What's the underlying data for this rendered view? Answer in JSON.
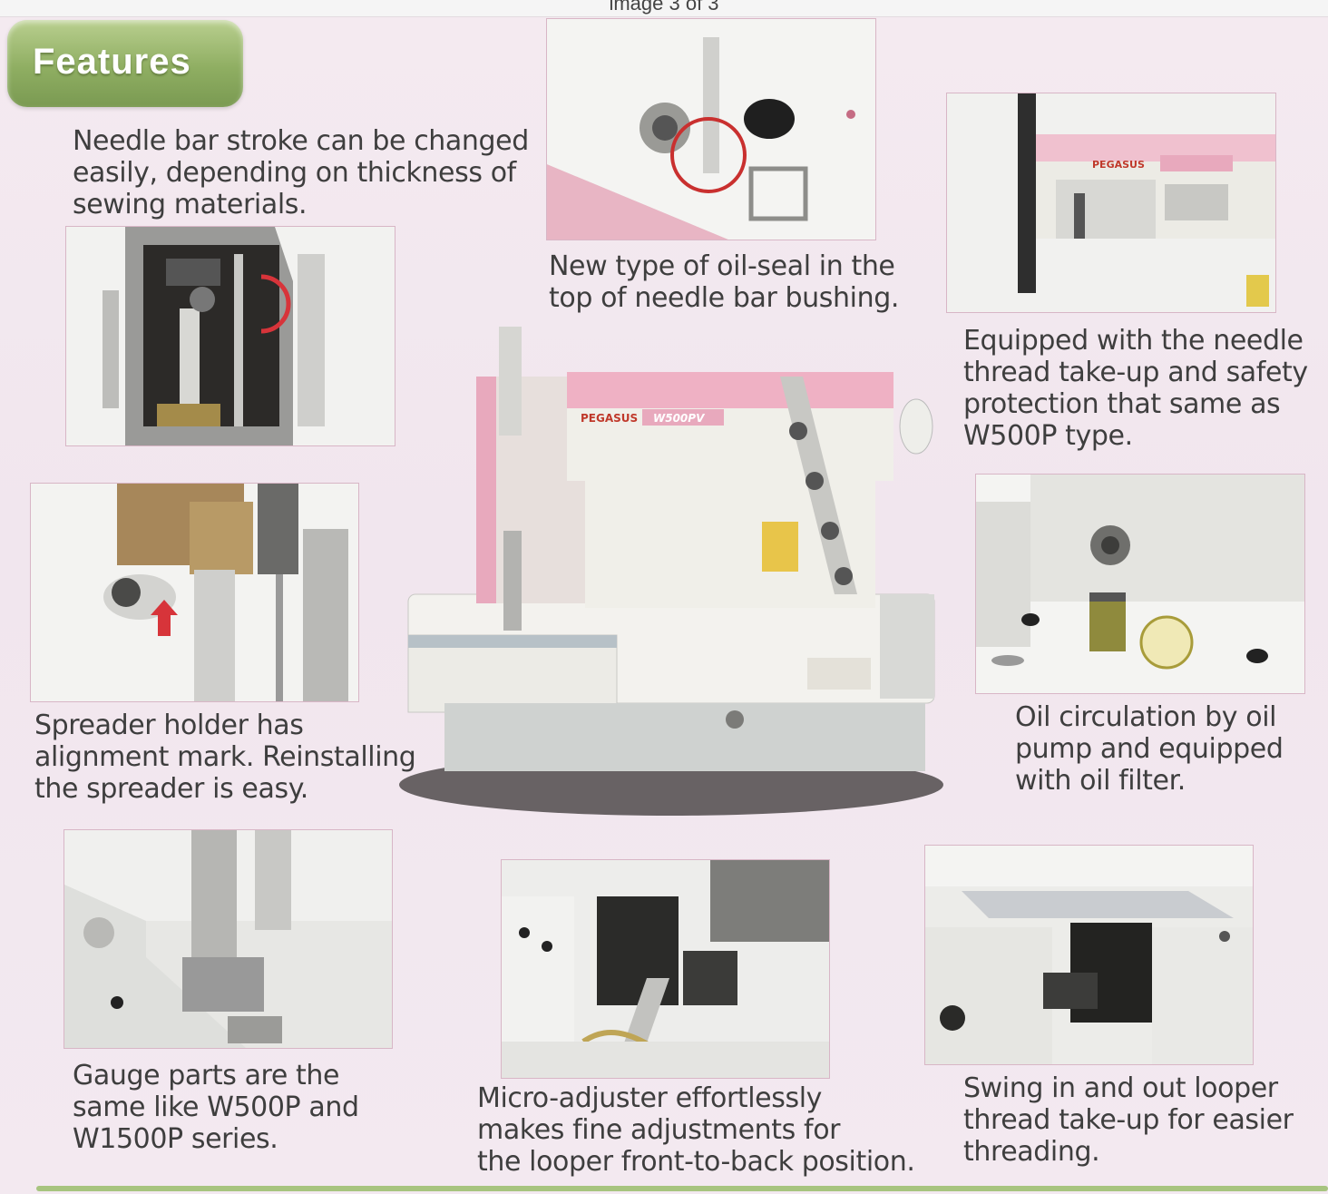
{
  "viewer": {
    "counter": "image 3 of 3"
  },
  "header": {
    "badge_label": "Features"
  },
  "features": {
    "needle_bar_stroke": "Needle bar stroke can be changed\neasily, depending on thickness of\nsewing materials.",
    "oil_seal": "New type of oil-seal in the\ntop of needle bar bushing.",
    "take_up": "Equipped with the needle\nthread take-up and safety\nprotection that same as\nW500P type.",
    "spreader": "Spreader holder has\nalignment mark. Reinstalling\nthe spreader is easy.",
    "oil_circulation": "Oil circulation by oil\npump and equipped\nwith oil filter.",
    "gauge_parts": "Gauge parts are the\nsame like W500P and\nW1500P series.",
    "micro_adjuster": "Micro-adjuster effortlessly\nmakes fine adjustments for\nthe looper front-to-back position.",
    "swing_looper": "Swing in and out looper\nthread take-up for easier\nthreading."
  },
  "machine": {
    "brand": "PEGASUS",
    "model": "W500PV"
  },
  "colors": {
    "accent_green": "#8fae62",
    "pink": "#e8a9bd",
    "machine_body": "#efeee8"
  }
}
